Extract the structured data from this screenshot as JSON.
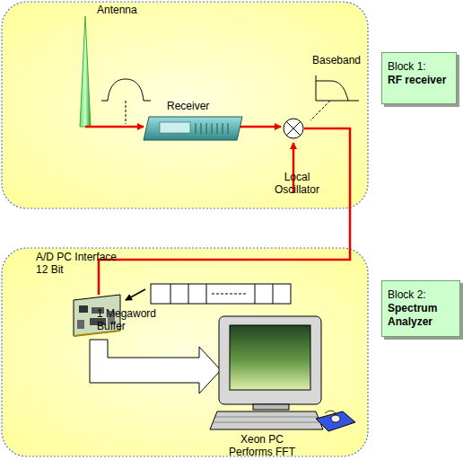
{
  "diagram": {
    "nodes": [
      {
        "text": [
          "Block 1:",
          "RF receiver"
        ]
      },
      {
        "text": [
          "Block 2:",
          "Spectrum Analyzer"
        ]
      }
    ],
    "labels": [
      "Antenna",
      "Receiver",
      "Baseband",
      "Local Oscillator",
      "A/D PC Interface 12 Bit",
      "1 Megaword Buffer",
      "Xeon PC Performs FFT"
    ]
  }
}
